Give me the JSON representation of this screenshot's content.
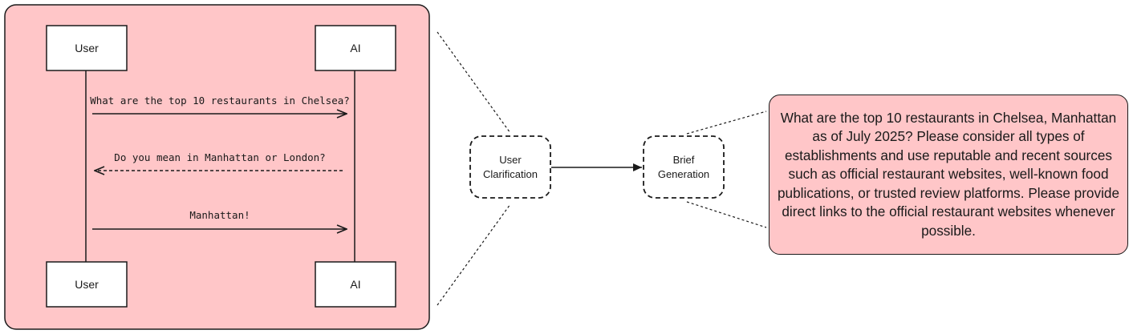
{
  "sequence": {
    "participants": {
      "user_top": "User",
      "ai_top": "AI",
      "user_bottom": "User",
      "ai_bottom": "AI"
    },
    "messages": [
      "What are the top 10 restaurants in Chelsea?",
      "Do you mean in Manhattan or London?",
      "Manhattan!"
    ]
  },
  "flow": {
    "clarification": [
      "User",
      "Clarification"
    ],
    "brief": [
      "Brief",
      "Generation"
    ]
  },
  "brief_text": "What are the top 10 restaurants in Chelsea, Manhattan as of July 2025? Please consider all types of establishments and use reputable and recent sources such as official restaurant websites, well-known food publications, or trusted review platforms. Please provide direct links to the official restaurant websites whenever possible.",
  "colors": {
    "panel_fill": "#ffc6c8",
    "stroke": "#1a1a1a"
  }
}
